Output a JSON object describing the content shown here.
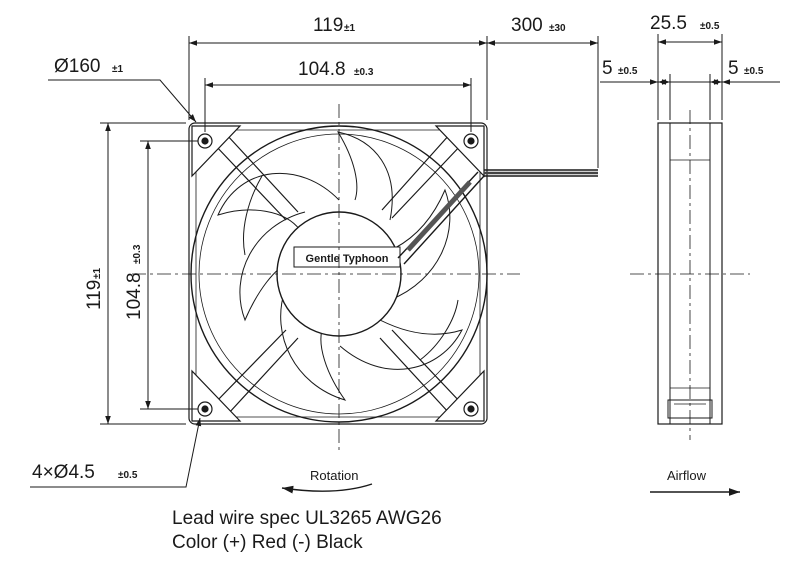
{
  "dimensions": {
    "width": {
      "value": "119",
      "tol": "±1"
    },
    "hole_pitch": {
      "value": "104.8",
      "tol": "±0.3"
    },
    "wire_length": {
      "value": "300",
      "tol": "±30"
    },
    "outer_diameter": {
      "value": "Ø160",
      "tol": "±1"
    },
    "mount_holes": {
      "value": "4×Ø4.5",
      "tol": "±0.5"
    },
    "height": {
      "value": "119",
      "tol": "±1"
    },
    "hole_pitch_v": {
      "value": "104.8",
      "tol": "±0.3"
    },
    "depth": {
      "value": "25.5",
      "tol": "±0.5"
    },
    "flange_left": {
      "value": "5",
      "tol": "±0.5"
    },
    "flange_right": {
      "value": "5",
      "tol": "±0.5"
    }
  },
  "labels": {
    "brand": "Gentle Typhoon",
    "rotation": "Rotation",
    "airflow": "Airflow"
  },
  "notes": {
    "line1": "Lead wire spec UL3265 AWG26",
    "line2": "Color (+) Red  (-) Black"
  }
}
